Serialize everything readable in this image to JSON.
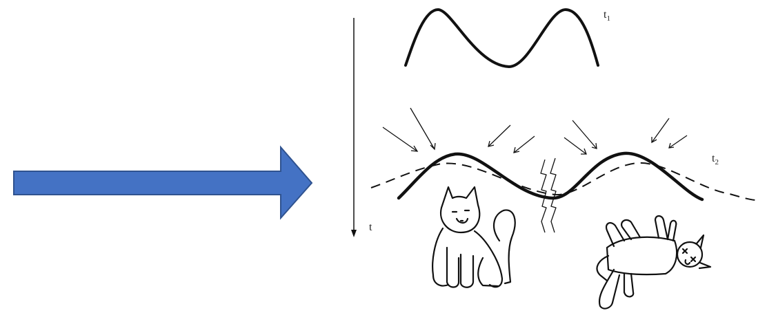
{
  "labels": {
    "t1": {
      "base": "t",
      "sub": "1"
    },
    "t2": {
      "base": "t",
      "sub": "2"
    },
    "time_axis": "t"
  },
  "colors": {
    "big_arrow_fill": "#4472c4",
    "big_arrow_stroke": "#2f528f",
    "ink": "#111111"
  },
  "icons": [
    "right-arrow-icon",
    "time-axis-arrow-icon",
    "compression-arrow-icon",
    "lightning-bolt-icon",
    "cat-alive-icon",
    "cat-dead-icon"
  ]
}
